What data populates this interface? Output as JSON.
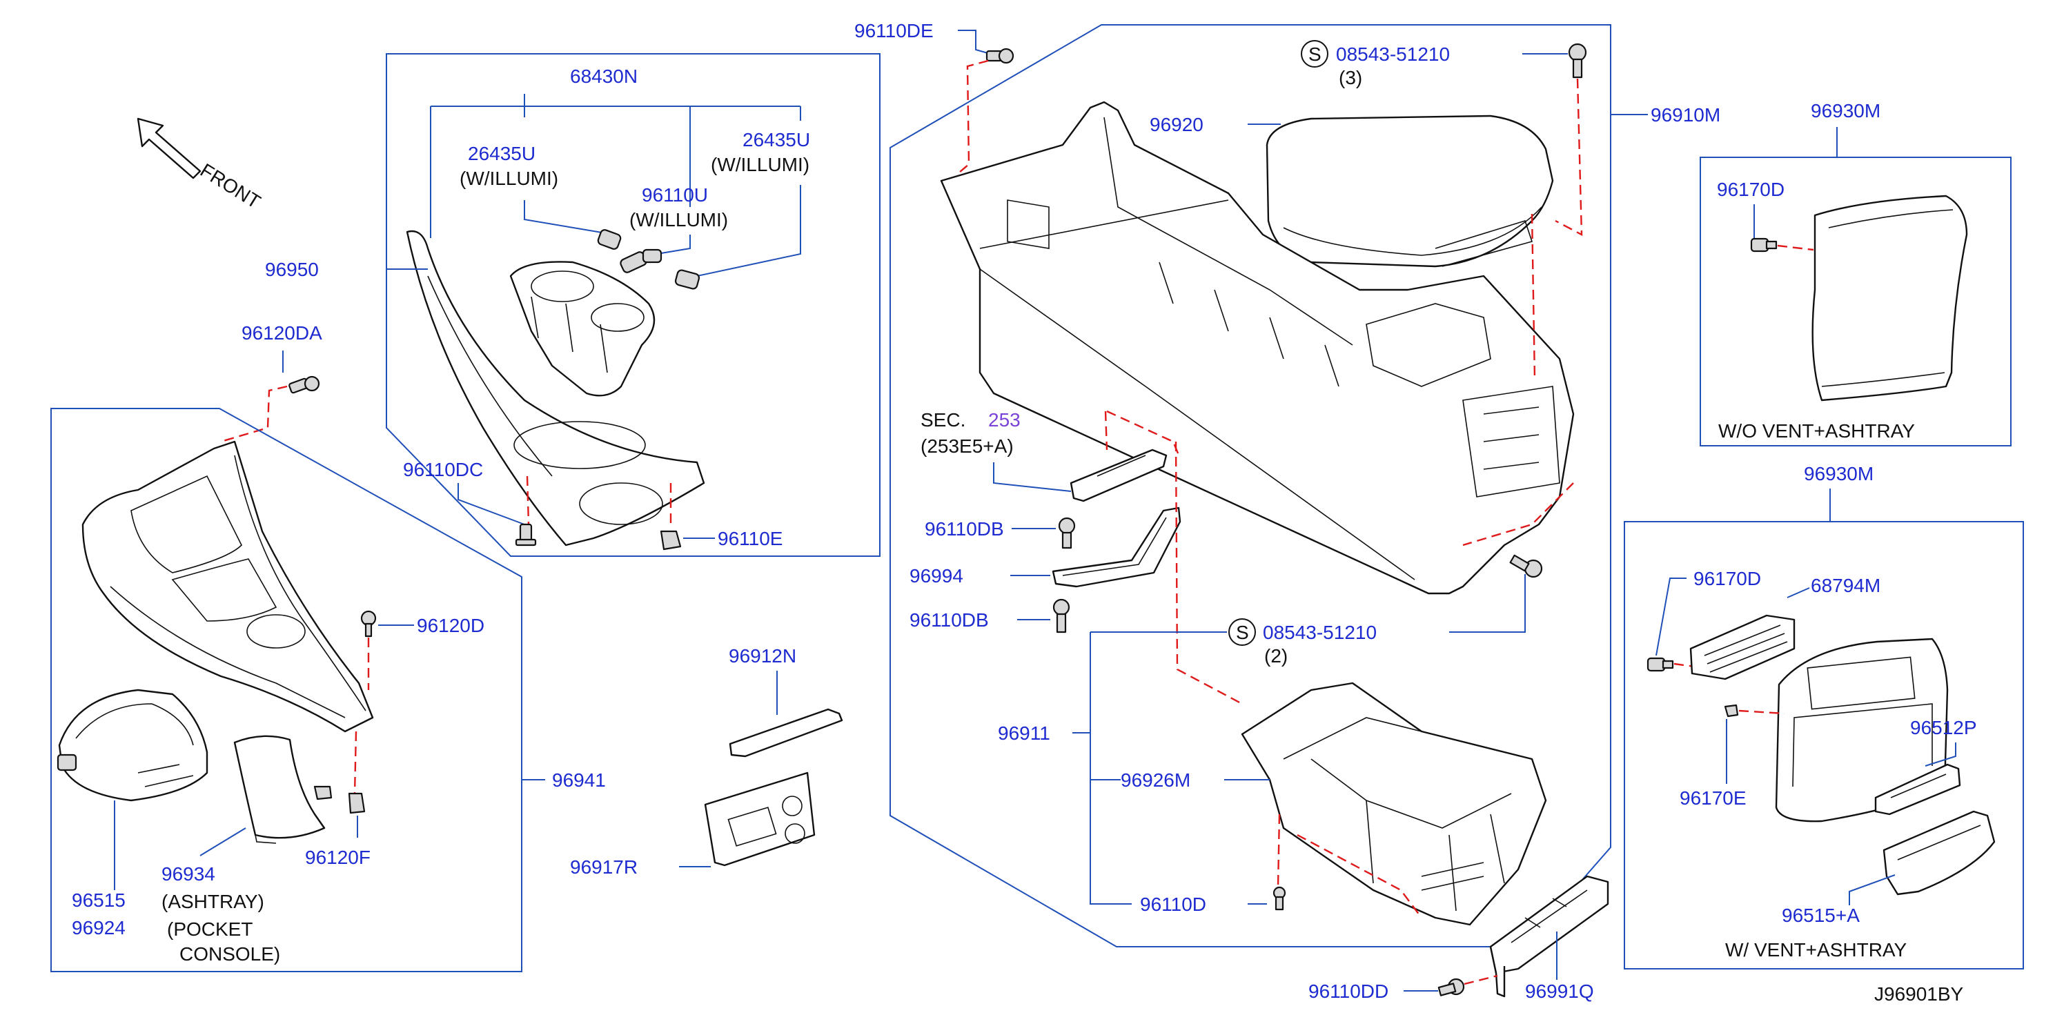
{
  "diagram_id": "J96901BY",
  "front_label": "FRONT",
  "labels": {
    "p68430N": "68430N",
    "p26435U_a": "26435U",
    "w_illumi_a": "(W/ILLUMI)",
    "p26435U_b": "26435U",
    "w_illumi_b": "(W/ILLUMI)",
    "p96110U": "96110U",
    "w_illumi_c": "(W/ILLUMI)",
    "p96950": "96950",
    "p96120DA": "96120DA",
    "p96110DC": "96110DC",
    "p96110E": "96110E",
    "p96120D": "96120D",
    "p96941": "96941",
    "p96515": "96515",
    "p96924": "96924",
    "p96934": "96934",
    "ashtray": "(ASHTRAY)",
    "pocket": "(POCKET",
    "console": "CONSOLE)",
    "p96120F": "96120F",
    "p96912N": "96912N",
    "p96917R": "96917R",
    "p96110DE": "96110DE",
    "s_badge": "S",
    "p08543_a": "08543-51210",
    "qty3": "(3)",
    "p96920": "96920",
    "p96910M": "96910M",
    "sec": "SEC.",
    "sec_num": "253",
    "sec_ref": "(253E5+A)",
    "p96110DB_a": "96110DB",
    "p96994": "96994",
    "p96110DB_b": "96110DB",
    "p08543_b": "08543-51210",
    "qty2": "(2)",
    "p96911": "96911",
    "p96926M": "96926M",
    "p96110D": "96110D",
    "p96110DD": "96110DD",
    "p96991Q": "96991Q",
    "p96930M_a": "96930M",
    "p96170D_a": "96170D",
    "wo_vent": "W/O   VENT+ASHTRAY",
    "p96930M_b": "96930M",
    "p96170D_b": "96170D",
    "p68794M": "68794M",
    "p96512P": "96512P",
    "p96170E": "96170E",
    "p96515A": "96515+A",
    "w_vent": "W/   VENT+ASHTRAY"
  },
  "colors": {
    "part_number": "#1d2bd0",
    "leader": "#1f4fb8",
    "hidden_line": "#e01a1a",
    "text": "#111111",
    "section_ref": "#7a44d8"
  }
}
